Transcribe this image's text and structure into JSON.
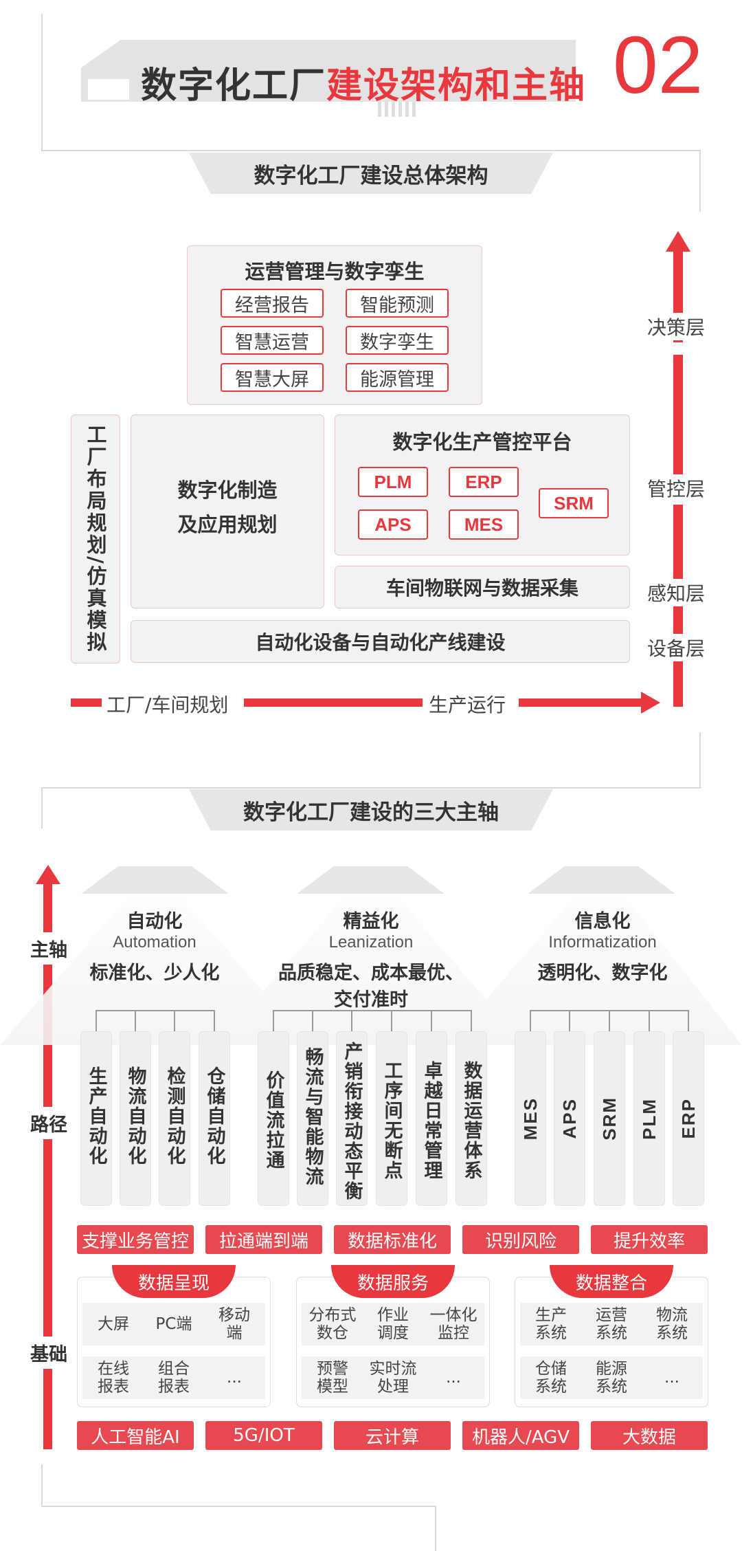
{
  "header": {
    "title_black": "数字化工厂",
    "title_red": "建设架构和主轴",
    "number": "02"
  },
  "section1": {
    "title": "数字化工厂建设总体架构",
    "ops": {
      "title": "运营管理与数字孪生",
      "items": [
        "经营报告",
        "智能预测",
        "智慧运营",
        "数字孪生",
        "智慧大屏",
        "能源管理"
      ]
    },
    "left_label": "工厂布局规划/仿真模拟",
    "mfg_line1": "数字化制造",
    "mfg_line2": "及应用规划",
    "platform": {
      "title": "数字化生产管控平台",
      "items": [
        "PLM",
        "ERP",
        "APS",
        "MES",
        "SRM"
      ]
    },
    "iot": "车间物联网与数据采集",
    "automation": "自动化设备与自动化产线建设",
    "layers": [
      "决策层",
      "管控层",
      "感知层",
      "设备层"
    ],
    "flow": [
      "工厂/车间规划",
      "生产运行"
    ]
  },
  "section2": {
    "title": "数字化工厂建设的三大主轴",
    "axis_labels": [
      "主轴",
      "路径",
      "基础"
    ],
    "pillars": [
      {
        "cn": "自动化",
        "en": "Automation",
        "desc1": "标准化、少人化",
        "desc2": ""
      },
      {
        "cn": "精益化",
        "en": "Leanization",
        "desc1": "品质稳定、成本最优、",
        "desc2": "交付准时"
      },
      {
        "cn": "信息化",
        "en": "Informatization",
        "desc1": "透明化、数字化",
        "desc2": ""
      }
    ],
    "auto_cols": [
      "生产自动化",
      "物流自动化",
      "检测自动化",
      "仓储自动化"
    ],
    "lean_cols": [
      "价值流拉通",
      "畅流与智能物流",
      "产销衔接动态平衡",
      "工序间无断点",
      "卓越日常管理",
      "数据运营体系"
    ],
    "info_cols": [
      "MES",
      "APS",
      "SRM",
      "PLM",
      "ERP"
    ],
    "red_row1": [
      "支撑业务管控",
      "拉通端到端",
      "数据标准化",
      "识别风险",
      "提升效率"
    ],
    "cards": [
      {
        "title": "数据呈现",
        "cells": [
          "大屏",
          "PC端",
          "移动端",
          "在线报表",
          "组合报表",
          "..."
        ]
      },
      {
        "title": "数据服务",
        "cells": [
          "分布式数仓",
          "作业调度",
          "一体化监控",
          "预警模型",
          "实时流处理",
          "..."
        ]
      },
      {
        "title": "数据整合",
        "cells": [
          "生产系统",
          "运营系统",
          "物流系统",
          "仓储系统",
          "能源系统",
          "..."
        ]
      }
    ],
    "red_row2": [
      "人工智能AI",
      "5G/IOT",
      "云计算",
      "机器人/AGV",
      "大数据"
    ]
  },
  "colors": {
    "accent": "#e8373d",
    "grey": "#f2f2f2"
  }
}
